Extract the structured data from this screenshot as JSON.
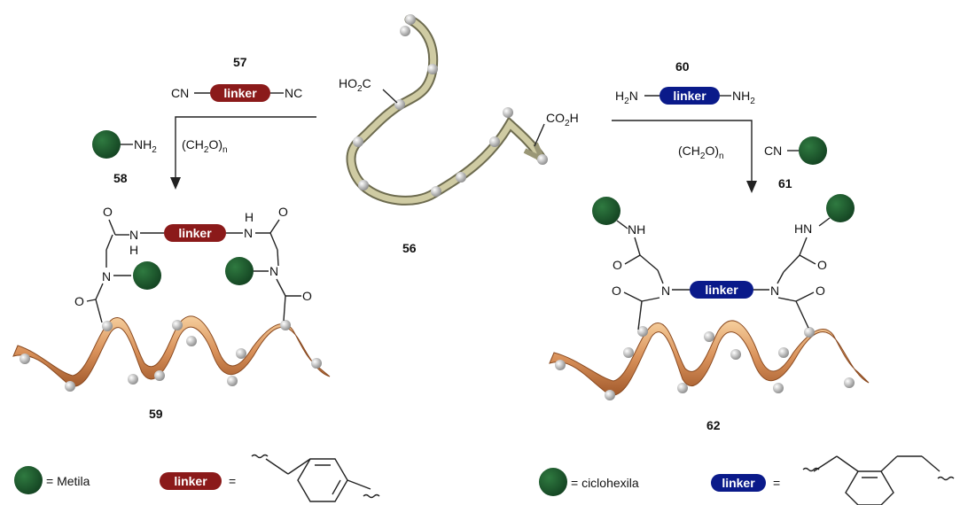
{
  "compounds": {
    "c56": "56",
    "c57": "57",
    "c58": "58",
    "c59": "59",
    "c60": "60",
    "c61": "61",
    "c62": "62"
  },
  "labels": {
    "linker": "linker",
    "cn": "CN",
    "nc": "NC",
    "nh2": "NH",
    "h2n": "H",
    "n": "N",
    "h": "H",
    "o": "O",
    "ho2c": "HO",
    "co2h": "CO",
    "ch2o": "(CH",
    "two": "2",
    "paren_o": "O)",
    "sub_n": "n",
    "c_letter": "C",
    "nh": "NH",
    "hn": "HN"
  },
  "legend": {
    "left_eq": "= Metila",
    "right_eq": "= ciclohexila",
    "equals": "="
  },
  "colors": {
    "green": "#1c5a2c",
    "red_linker": "#8b1a1a",
    "blue_linker": "#0a1a8a",
    "ribbon_dark": "#b06a3a",
    "ribbon_light": "#f2c48e",
    "chain": "#c7c49a"
  }
}
